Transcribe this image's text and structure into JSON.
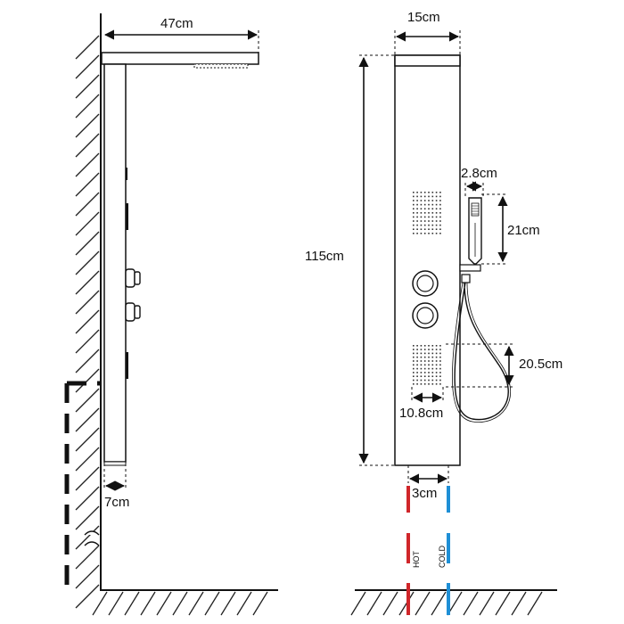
{
  "dimensions": {
    "top_width": "47cm",
    "wall_offset": "7cm",
    "panel_width": "15cm",
    "panel_height": "115cm",
    "handshower_width": "2.8cm",
    "handshower_height": "21cm",
    "lower_jets_height": "20.5cm",
    "lower_jets_width": "10.8cm",
    "inlet_spacing": "3cm"
  },
  "pipes": {
    "hot_label": "HOT",
    "cold_label": "COLD",
    "hot_color": "#d0262a",
    "cold_color": "#1e8fd6"
  }
}
